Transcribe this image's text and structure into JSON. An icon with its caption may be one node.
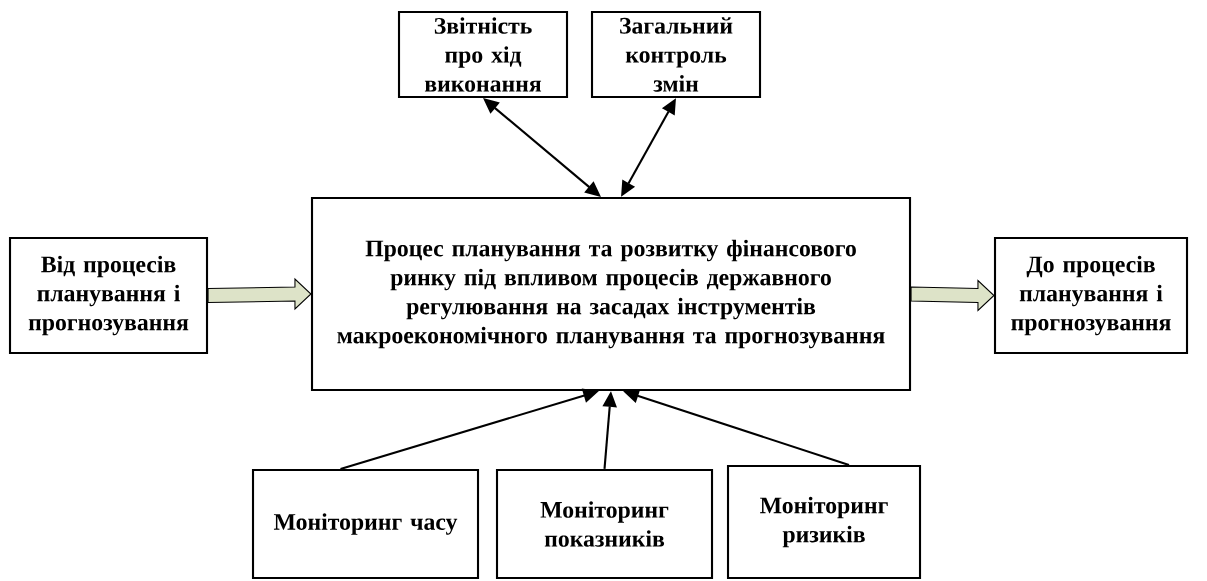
{
  "diagram": {
    "nodes": [
      {
        "text": [
          "Звітність про хід виконання"
        ]
      },
      {
        "text": [
          "Загальний контроль змін"
        ]
      },
      {
        "text": [
          "Процес планування та розвитку фінансового ринку під впливом процесів державного регулювання на засадах інструментів макроекономічного планування та прогнозування"
        ]
      },
      {
        "text": [
          "Від процесів планування і прогнозування"
        ]
      },
      {
        "text": [
          "До процесів планування і прогнозування"
        ]
      },
      {
        "text": [
          "Моніторинг часу"
        ]
      },
      {
        "text": [
          "Моніторинг показників"
        ]
      },
      {
        "text": [
          "Моніторинг ризиків"
        ]
      }
    ],
    "edges": [
      {
        "from": 0,
        "to": 2,
        "arrow": "both"
      },
      {
        "from": 1,
        "to": 2,
        "arrow": "both"
      },
      {
        "from": 3,
        "to": 2,
        "arrow": "to",
        "style": "thick",
        "color": "#dde3c8"
      },
      {
        "from": 2,
        "to": 4,
        "arrow": "to",
        "style": "thick",
        "color": "#dde3c8"
      },
      {
        "from": 5,
        "to": 2,
        "arrow": "to"
      },
      {
        "from": 6,
        "to": 2,
        "arrow": "to"
      },
      {
        "from": 7,
        "to": 2,
        "arrow": "to"
      }
    ]
  }
}
